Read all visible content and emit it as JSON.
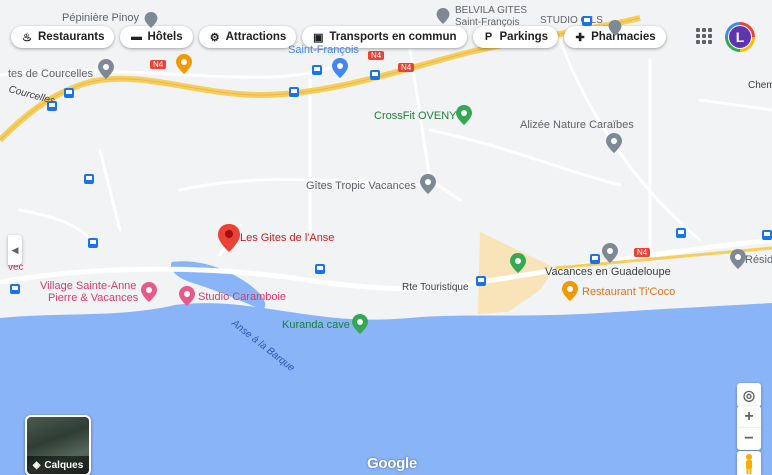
{
  "categories": [
    {
      "icon": "restaurant-icon",
      "glyph": "♨",
      "label": "Restaurants"
    },
    {
      "icon": "hotel-icon",
      "glyph": "▬",
      "label": "Hôtels"
    },
    {
      "icon": "attractions-icon",
      "glyph": "⚙",
      "label": "Attractions"
    },
    {
      "icon": "transit-icon",
      "glyph": "▣",
      "label": "Transports en commun"
    },
    {
      "icon": "parking-icon",
      "glyph": "P",
      "label": "Parkings"
    },
    {
      "icon": "pharmacy-icon",
      "glyph": "✚",
      "label": "Pharmacies"
    }
  ],
  "account": {
    "initial": "L"
  },
  "places": {
    "pepiniere": "Pépinière Pinoy",
    "belvila": "BELVILA GITES",
    "saint_francois_1": "Saint-François",
    "studio_cils": "STUDIO CILS",
    "saint_francois_2": "Saint-François",
    "courcelles": "tes de Courcelles",
    "courcelles_road": "Courcelles",
    "chem": "Chem",
    "crossfit": "CrossFit OVENY",
    "alizee": "Alizée Nature Caraïbes",
    "gites_tropic": "Gîtes Tropic Vacances",
    "gites_anse": "Les Gites de l'Anse",
    "vec": "vec",
    "village": "Village Sainte-Anne",
    "pierre": "Pierre & Vacances",
    "studio_caramb": "Studio Caramboie",
    "kuranda": "Kuranda cave",
    "vacances_guad": "Vacances en Guadeloupe",
    "ti_coco": "Restaurant Ti'Coco",
    "resid": "Résid",
    "n4_a": "N4",
    "n4_b": "N4",
    "n4_c": "N4",
    "n4_d": "N4"
  },
  "roads": {
    "rte_touristique": "Rte Touristique"
  },
  "water": {
    "anse_barque": "Anse à la Barque"
  },
  "controls": {
    "layers_label": "Calques",
    "zoom_in": "+",
    "zoom_out": "−"
  },
  "branding": {
    "google": "Google"
  },
  "colors": {
    "water": "#8ab4f8",
    "land": "#f1f3f4",
    "highway": "#f7ce5c",
    "road": "#ffffff",
    "beach": "#f8e4b8"
  }
}
